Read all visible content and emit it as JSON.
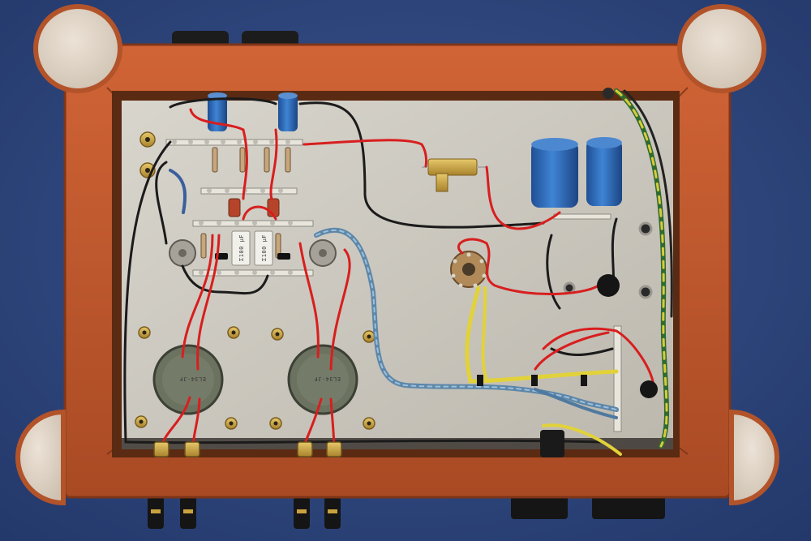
{
  "scene": {
    "description_type": "photograph",
    "colors": {
      "backdrop": "#2c4478",
      "wood_frame": "#c0582d",
      "chassis_plate": "#cfccc4",
      "felt_feet": "#e2d6c8",
      "wire_red": "#d81e1e",
      "wire_black": "#1b1b1b",
      "wire_blue": "#6a96b8",
      "wire_yellow": "#e2d23a",
      "wire_green": "#3e8a3a",
      "capacitor_blue": "#2f6fbd",
      "brass": "#caa54a"
    }
  },
  "components": {
    "capacitor_small_label": "",
    "capacitor_large_label": "",
    "resistor_label": "",
    "film_cap_labels": [
      "Σ100 μF",
      "Σ100 μF"
    ],
    "tube_socket_labels": [
      "EL34-JF",
      "EL34-JF"
    ]
  }
}
